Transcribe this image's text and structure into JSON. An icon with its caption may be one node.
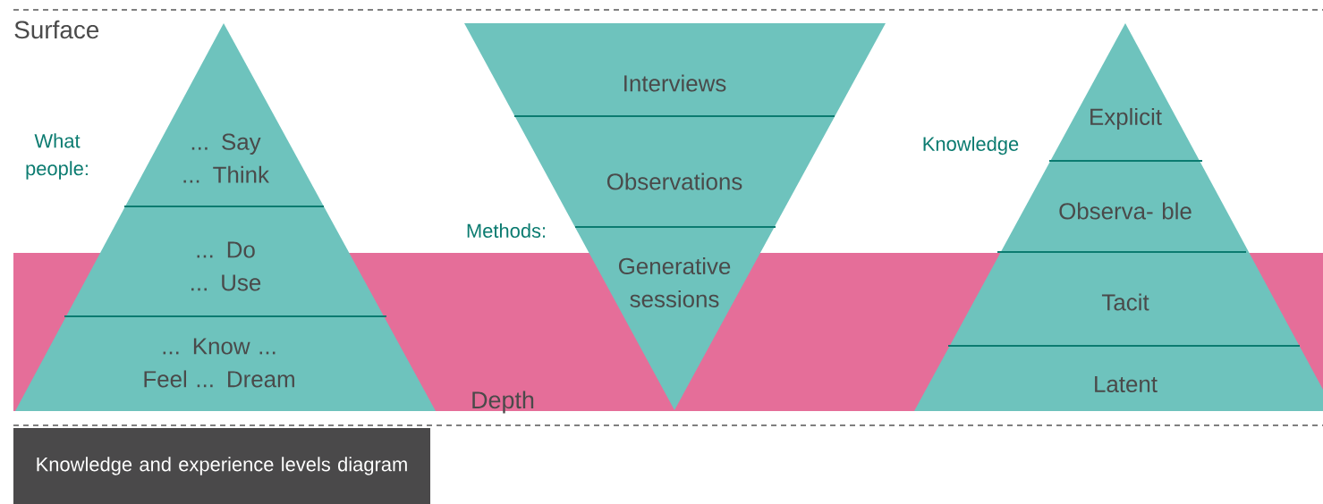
{
  "diagram": {
    "caption": "Knowledge and experience levels diagram",
    "nodes": [
      {
        "text": [
          "... Say ... Think",
          "... Do ... Use",
          "... Know ... Feel ... Dream"
        ]
      },
      {
        "text": [
          "Interviews",
          "Observations",
          "Generative sessions"
        ]
      },
      {
        "text": [
          "Explicit",
          "Observa- ble",
          "Tacit",
          "Latent"
        ]
      }
    ],
    "labels": [
      "Surface",
      "What people:",
      "Methods:",
      "Knowledge",
      "Depth"
    ]
  }
}
